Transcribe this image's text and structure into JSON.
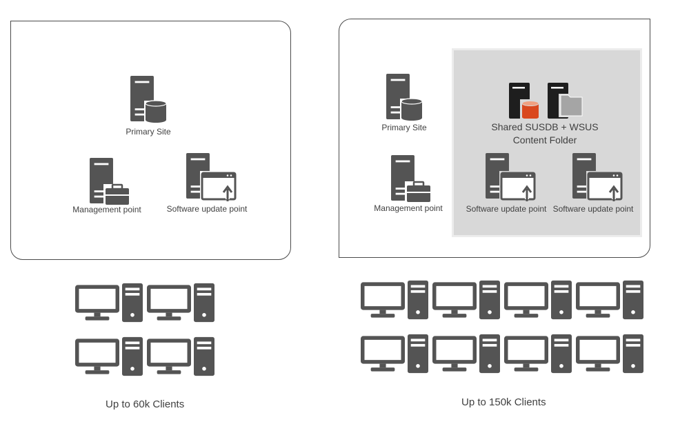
{
  "left_site": {
    "primary_label": "Primary Site",
    "management_label": "Management point",
    "sup_label": "Software update point",
    "caption": "Up to 60k Clients"
  },
  "right_site": {
    "primary_label": "Primary Site",
    "management_label": "Management point",
    "shared_label_line1": "Shared SUSDB + WSUS",
    "shared_label_line2": "Content Folder",
    "sup1_label": "Software update point",
    "sup2_label": "Software update point",
    "caption": "Up to 150k Clients"
  },
  "colors": {
    "icon": "#545454",
    "panel_border": "#4a4a4a",
    "shared_bg": "#d8d8d8",
    "database_accent": "#d9481e"
  },
  "icons": [
    "server-icon",
    "database-icon",
    "briefcase-icon",
    "window-update-icon",
    "folder-icon",
    "monitor-icon",
    "tower-icon"
  ]
}
